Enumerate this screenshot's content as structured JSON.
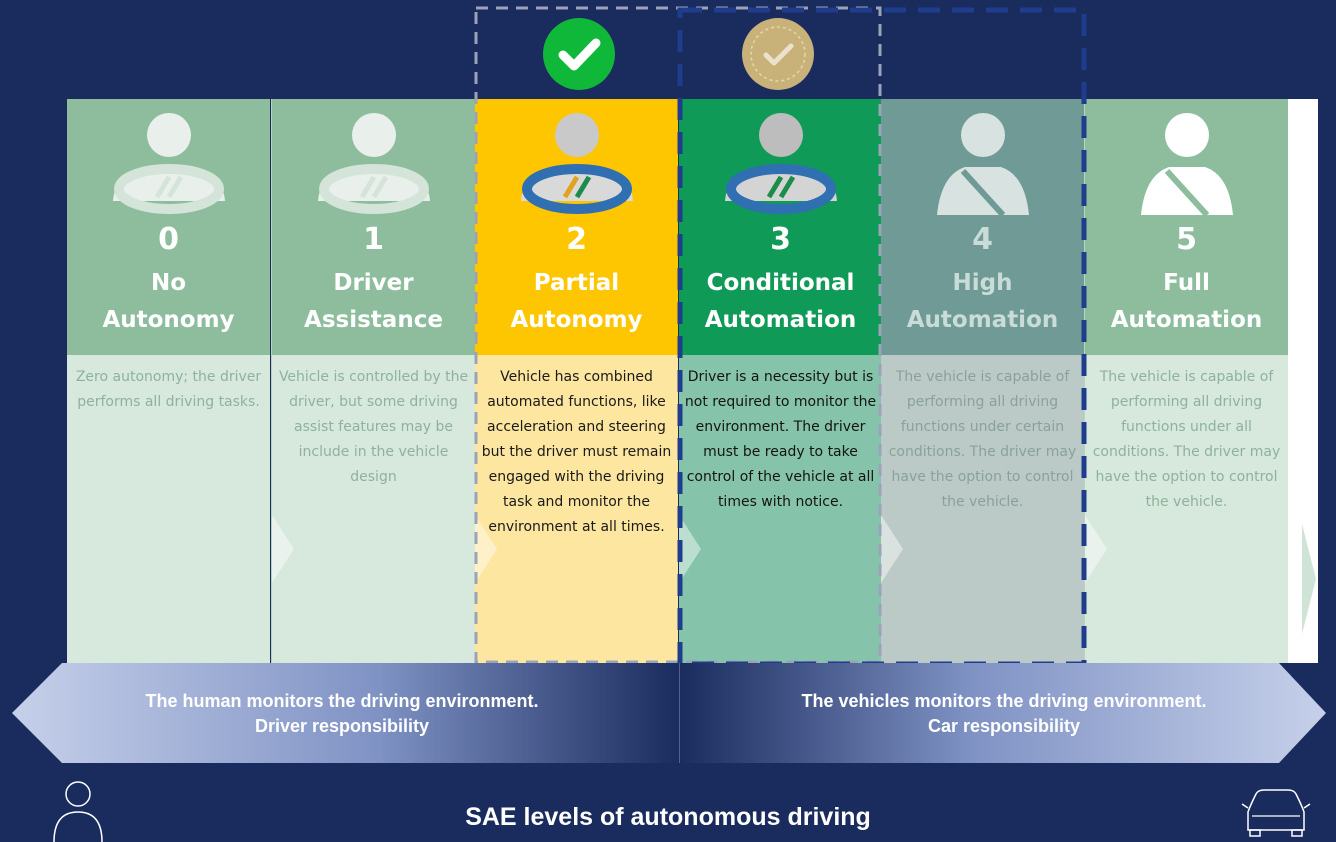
{
  "levels": [
    {
      "number": "0",
      "title_line1": "No",
      "title_line2": "Autonomy",
      "description": "Zero autonomy; the driver performs all driving tasks."
    },
    {
      "number": "1",
      "title_line1": "Driver",
      "title_line2": "Assistance",
      "description": "Vehicle is controlled by the driver, but some driving assist features may be include in the vehicle design"
    },
    {
      "number": "2",
      "title_line1": "Partial",
      "title_line2": "Autonomy",
      "description": "Vehicle has combined automated functions, like acceleration and steering but the driver must remain engaged with the driving task and monitor the environment at all times."
    },
    {
      "number": "3",
      "title_line1": "Conditional",
      "title_line2": "Automation",
      "description": "Driver is a necessity but is not required to monitor the environment.  The driver must be ready to take control of the vehicle at all times with notice."
    },
    {
      "number": "4",
      "title_line1": "High",
      "title_line2": "Automation",
      "description": "The vehicle is capable of performing all driving functions under certain conditions. The driver may have the option to control the vehicle."
    },
    {
      "number": "5",
      "title_line1": "Full",
      "title_line2": "Automation",
      "description": "The vehicle is capable of performing all driving functions under all conditions. The driver may have the option to control the vehicle."
    }
  ],
  "arrows": {
    "left_line1": "The human monitors the driving environment.",
    "left_line2": "Driver responsibility",
    "right_line1": "The vehicles monitors the driving environment.",
    "right_line2": "Car responsibility"
  },
  "title": "SAE levels of autonomous driving",
  "icons": {
    "check_green": "check-icon",
    "check_gold": "check-icon",
    "person": "person-icon",
    "car": "car-icon"
  },
  "colors": {
    "background": "#1a2b5e",
    "level_default_header": "#8dbd9d",
    "level_default_body": "#d7e8dd",
    "level2_header": "#fec600",
    "level2_body": "#fde69f",
    "level3_header": "#0f9a57",
    "level3_body": "#85c4aa",
    "level4_header": "#6f9a95",
    "level4_body": "#bccac7",
    "check_green": "#10b83a",
    "check_gold": "#c9b27a"
  }
}
